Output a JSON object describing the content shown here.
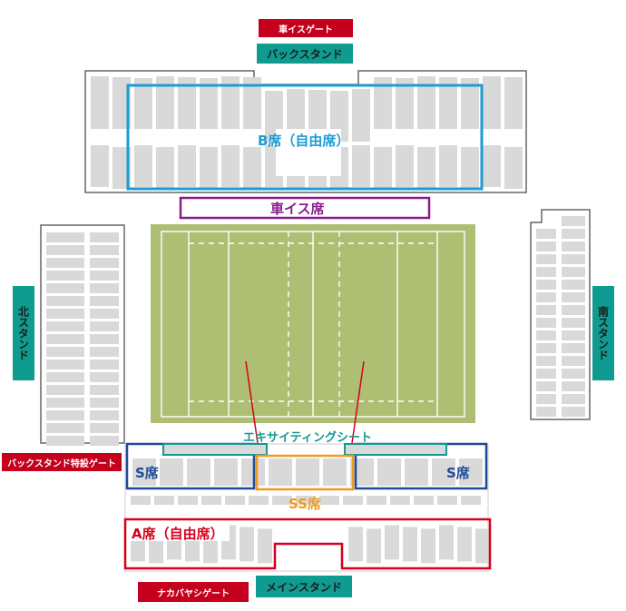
{
  "gates": {
    "wheelchair_gate": "車イスゲート",
    "back_special_gate": "バックスタンド特設ゲート",
    "nakabayashi_gate": "ナカバヤシゲート"
  },
  "stands": {
    "back": "バックスタンド",
    "north": "北スタンド",
    "south": "南スタンド",
    "main": "メインスタンド"
  },
  "seats": {
    "b_seat": "B席（自由席）",
    "wheelchair_seat": "車イス席",
    "exciting_seat": "エキサイティングシート",
    "s_seat_left": "S席",
    "s_seat_right": "S席",
    "ss_seat": "SS席",
    "a_seat": "A席（自由席）"
  },
  "colors": {
    "b_seat": "#1e9ad6",
    "wheelchair_seat": "#8a1d8a",
    "exciting_seat": "#129a93",
    "s_seat": "#1f4b97",
    "ss_seat": "#ef9a1e",
    "a_seat": "#d6001c",
    "gate": "#c4001c",
    "stand_label": "#0f9b90",
    "field": "#aebe73",
    "seat_block": "#d9d9d9"
  }
}
